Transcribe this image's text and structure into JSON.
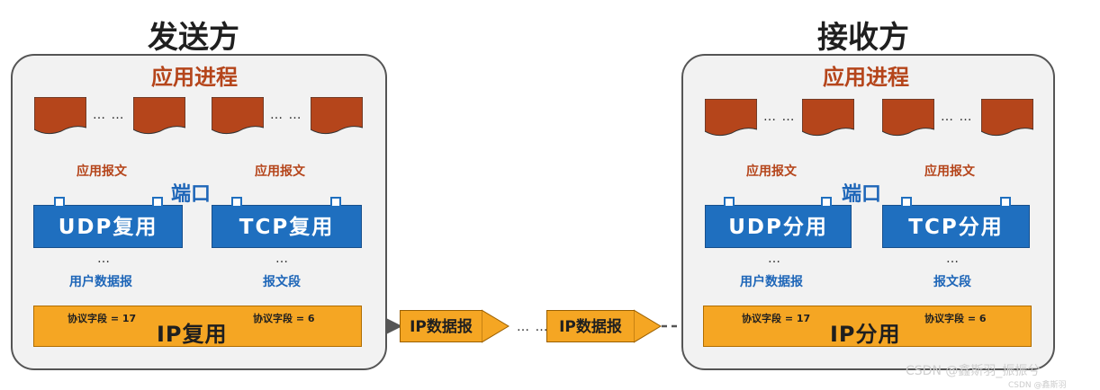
{
  "sender": {
    "title": "发送方",
    "app_title": "应用进程",
    "dots_docs": "… …",
    "app_msg_label": "应用报文",
    "port_label": "端口",
    "udp": "UDP复用",
    "tcp": "TCP复用",
    "dots_mid": "…",
    "udp_down_label": "用户数据报",
    "tcp_down_label": "报文段",
    "ip_main": "IP复用",
    "proto_udp": "协议字段 = 17",
    "proto_tcp": "协议字段 = 6"
  },
  "receiver": {
    "title": "接收方",
    "app_title": "应用进程",
    "dots_docs": "… …",
    "app_msg_label": "应用报文",
    "port_label": "端口",
    "udp": "UDP分用",
    "tcp": "TCP分用",
    "dots_mid": "…",
    "udp_up_label": "用户数据报",
    "tcp_up_label": "报文段",
    "ip_main": "IP分用",
    "proto_udp": "协议字段 = 17",
    "proto_tcp": "协议字段 = 6"
  },
  "transit": {
    "packet_label": "IP数据报",
    "dots": "… …"
  },
  "watermark": {
    "main": "CSDN @鑫斯羽_振振兮",
    "sub": "CSDN @鑫斯羽"
  },
  "colors": {
    "doc": "#b5451b",
    "mux_blue": "#1f6fbf",
    "ip_orange": "#f5a623",
    "label_orange": "#b5451b",
    "label_blue": "#1e66b8"
  }
}
